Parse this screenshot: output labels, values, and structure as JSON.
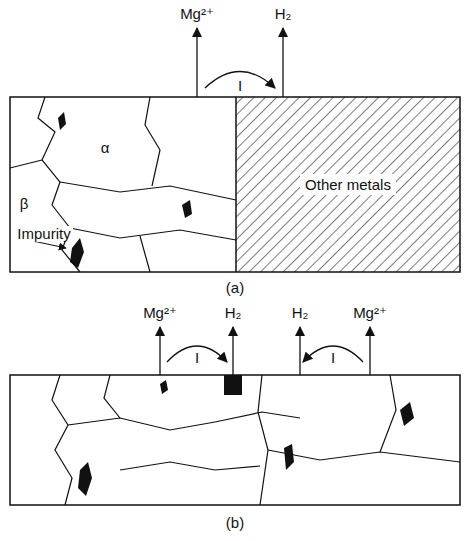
{
  "diagram": {
    "nodes": [
      {
        "text": [
          "Other metals"
        ]
      }
    ],
    "labels": [
      "Mg²⁺",
      "H₂",
      "I",
      "α",
      "β",
      "Impurity",
      "(a)",
      "Mg²⁺",
      "H₂",
      "H₂",
      "Mg²⁺",
      "I",
      "I",
      "(b)"
    ]
  }
}
